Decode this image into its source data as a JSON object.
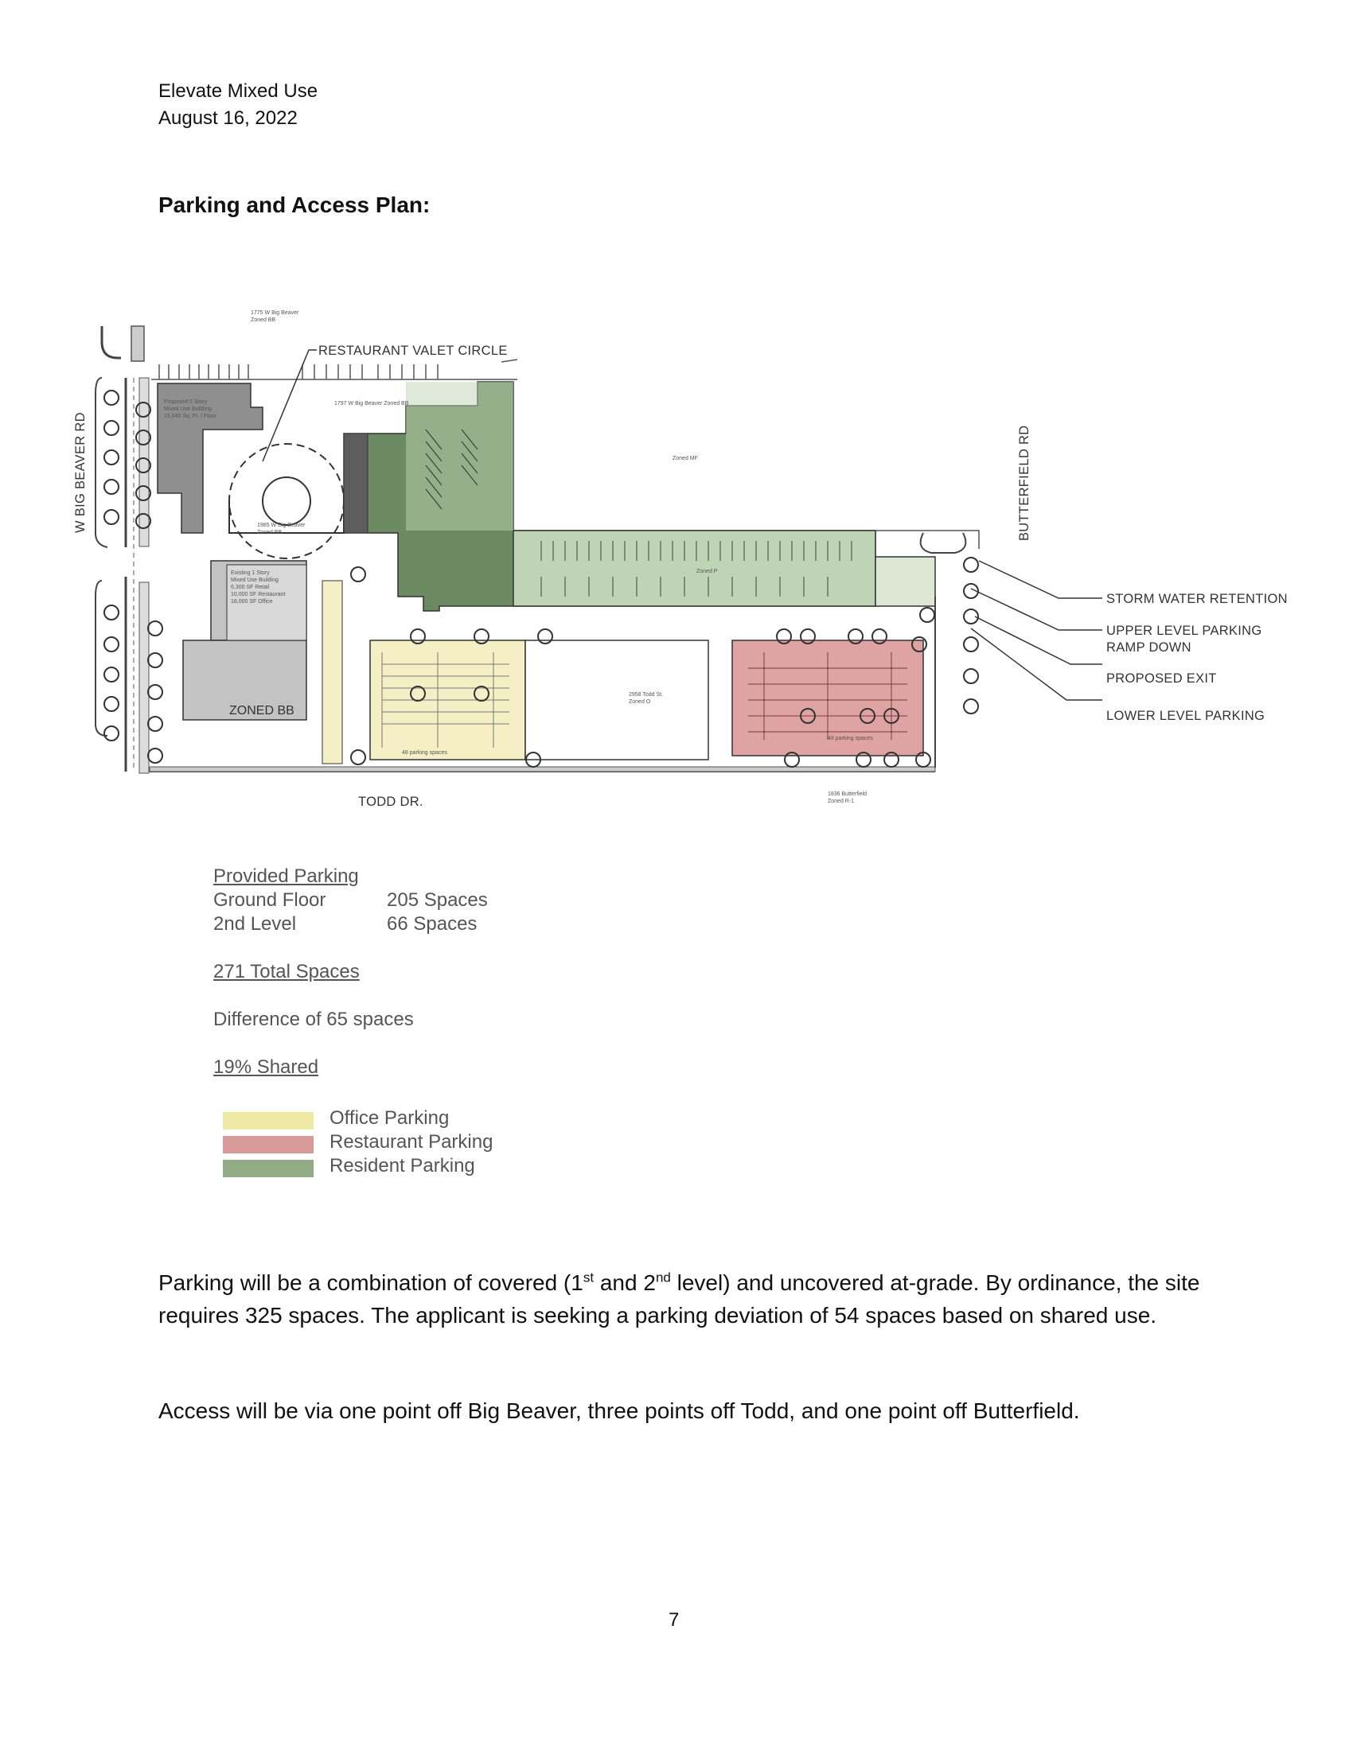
{
  "header": {
    "line1": "Elevate Mixed Use",
    "line2": "August 16, 2022"
  },
  "section_title": "Parking and Access Plan:",
  "plan": {
    "callouts": {
      "valet": "RESTAURANT VALET CIRCLE",
      "storm": "STORM WATER RETENTION",
      "upper1": "UPPER LEVEL PARKING",
      "upper2": "RAMP DOWN",
      "exit": "PROPOSED EXIT",
      "lower": "LOWER LEVEL PARKING"
    },
    "roads": {
      "big_beaver": "W BIG BEAVER RD",
      "butterfield": "BUTTERFIELD RD",
      "todd": "TODD DR."
    },
    "zone_bb": "ZONED BB",
    "small": {
      "a1": "1775 W Big Beaver",
      "a2": "Zoned BB",
      "b1": "1797 W Big Beaver  Zoned BB",
      "c1": "Zoned MF",
      "d1": "1985 W Big Beaver",
      "d2": "Zoned BB",
      "e1": "Proposed 5 Story",
      "e2": "Mixed Use Building",
      "e3": "15,040 Sq. Ft. / Floor",
      "f1": "Existing 1 Story",
      "f2": "Mixed Use Building",
      "f3": "6,300 SF Retail",
      "f4": "10,000 SF Restaurant",
      "f5": "18,000 SF Office",
      "g1": "Zoned P",
      "h1": "2958 Todd St.",
      "h2": "Zoned O",
      "i1": "1836 Butterfield",
      "i2": "Zoned R-1",
      "j1": "48 parking spaces",
      "j2": "48 parking spaces"
    }
  },
  "legend": {
    "provided_title": "Provided Parking",
    "rows": [
      {
        "label": "Ground Floor",
        "value": "205 Spaces"
      },
      {
        "label": "2nd Level",
        "value": "66 Spaces"
      }
    ],
    "total": "271 Total Spaces",
    "difference": "Difference of 65 spaces",
    "shared": "19% Shared",
    "swatches": [
      {
        "label": "Office Parking",
        "color": "#efe9a6"
      },
      {
        "label": "Restaurant Parking",
        "color": "#d99a9a"
      },
      {
        "label": "Resident Parking",
        "color": "#91ab86"
      }
    ]
  },
  "paragraph1": {
    "p1": "Parking will be a combination of covered (1",
    "sup1": "st",
    "p2": " and 2",
    "sup2": "nd",
    "p3": " level) and uncovered at-grade.  By ordinance, the site requires 325 spaces.  The applicant is seeking a parking deviation of 54 spaces based on shared use."
  },
  "paragraph2": "Access will be via one point off Big Beaver, three points off Todd, and one point off Butterfield.",
  "page_number": "7"
}
